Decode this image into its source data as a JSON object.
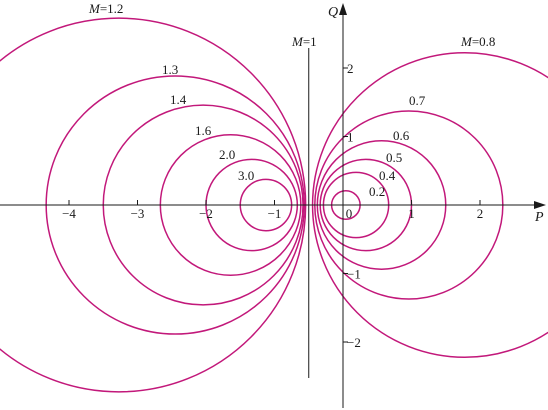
{
  "chart_data": {
    "type": "line",
    "title": "",
    "xlabel": "P",
    "ylabel": "Q",
    "xlim": [
      -5.2,
      3.0
    ],
    "ylim": [
      -3.0,
      3.1
    ],
    "grid": false,
    "x_ticks": [
      {
        "value": -4,
        "label": "−4"
      },
      {
        "value": -3,
        "label": "−3"
      },
      {
        "value": -2,
        "label": "−2"
      },
      {
        "value": -1,
        "label": "−1"
      },
      {
        "value": 0,
        "label": "0"
      },
      {
        "value": 1,
        "label": "1"
      },
      {
        "value": 2,
        "label": "2"
      }
    ],
    "y_ticks": [
      {
        "value": 2,
        "label": "2"
      },
      {
        "value": 1,
        "label": "1"
      },
      {
        "value": -1,
        "label": "−1"
      },
      {
        "value": -2,
        "label": "−2"
      }
    ],
    "series": [
      {
        "name": "M=0.2",
        "label": "0.2",
        "M": 0.2,
        "color": "#c2187a"
      },
      {
        "name": "M=0.4",
        "label": "0.4",
        "M": 0.4,
        "color": "#c2187a"
      },
      {
        "name": "M=0.5",
        "label": "0.5",
        "M": 0.5,
        "color": "#c2187a"
      },
      {
        "name": "M=0.6",
        "label": "0.6",
        "M": 0.6,
        "color": "#c2187a"
      },
      {
        "name": "M=0.7",
        "label": "0.7",
        "M": 0.7,
        "color": "#c2187a"
      },
      {
        "name": "M=0.8",
        "label": "M=0.8",
        "M": 0.8,
        "color": "#c2187a"
      },
      {
        "name": "M=1",
        "label": "M=1",
        "M": 1.0,
        "color": "#1a1a1a"
      },
      {
        "name": "M=1.2",
        "label": "M=1.2",
        "M": 1.2,
        "color": "#c2187a"
      },
      {
        "name": "M=1.3",
        "label": "1.3",
        "M": 1.3,
        "color": "#c2187a"
      },
      {
        "name": "M=1.4",
        "label": "1.4",
        "M": 1.4,
        "color": "#c2187a"
      },
      {
        "name": "M=1.6",
        "label": "1.6",
        "M": 1.6,
        "color": "#c2187a"
      },
      {
        "name": "M=2.0",
        "label": "2.0",
        "M": 2.0,
        "color": "#c2187a"
      },
      {
        "name": "M=3.0",
        "label": "3.0",
        "M": 3.0,
        "color": "#c2187a"
      }
    ]
  }
}
